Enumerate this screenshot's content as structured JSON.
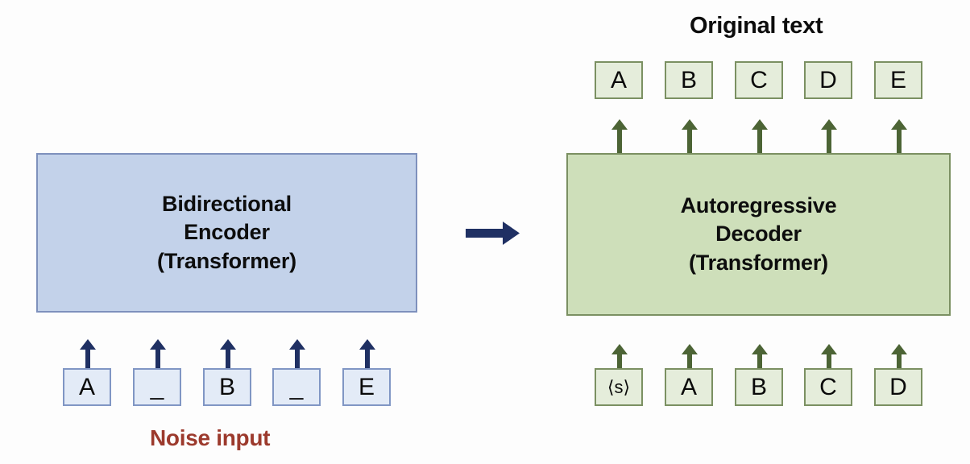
{
  "diagram": {
    "title_top": "Original text",
    "title_bottom": "Noise input",
    "encoder": {
      "name": "Bidirectional Encoder (Transformer)",
      "line1": "Bidirectional",
      "line2": "Encoder",
      "line3": "(Transformer)",
      "text": "Bidirectional\nEncoder\n(Transformer)",
      "fill": "#c3d2ea",
      "border": "#7e91bd"
    },
    "decoder": {
      "name": "Autoregressive Decoder (Transformer)",
      "line1": "Autoregressive",
      "line2": "Decoder",
      "line3": "(Transformer)",
      "text": "Autoregressive\nDecoder\n(Transformer)",
      "fill": "#cedfba",
      "border": "#7b9062"
    },
    "encoder_input_tokens": [
      {
        "label": "A"
      },
      {
        "label": "_"
      },
      {
        "label": "B"
      },
      {
        "label": "_"
      },
      {
        "label": "E"
      }
    ],
    "decoder_input_tokens": [
      {
        "label": "⟨s⟩"
      },
      {
        "label": "A"
      },
      {
        "label": "B"
      },
      {
        "label": "C"
      },
      {
        "label": "D"
      }
    ],
    "decoder_output_tokens": [
      {
        "label": "A"
      },
      {
        "label": "B"
      },
      {
        "label": "C"
      },
      {
        "label": "D"
      },
      {
        "label": "E"
      }
    ],
    "connector": {
      "name": "encoder-to-decoder-arrow",
      "direction": "right"
    },
    "colors": {
      "background": "#fdfdfd",
      "blue_arrow": "#1f3063",
      "green_arrow": "#4c6435",
      "blue_token_fill": "#e3ebf7",
      "blue_token_border": "#8096c4",
      "green_token_fill": "#e5eddb",
      "green_token_border": "#7b9062",
      "noise_label": "#9c3a2d",
      "text": "#0d0d0d"
    }
  }
}
